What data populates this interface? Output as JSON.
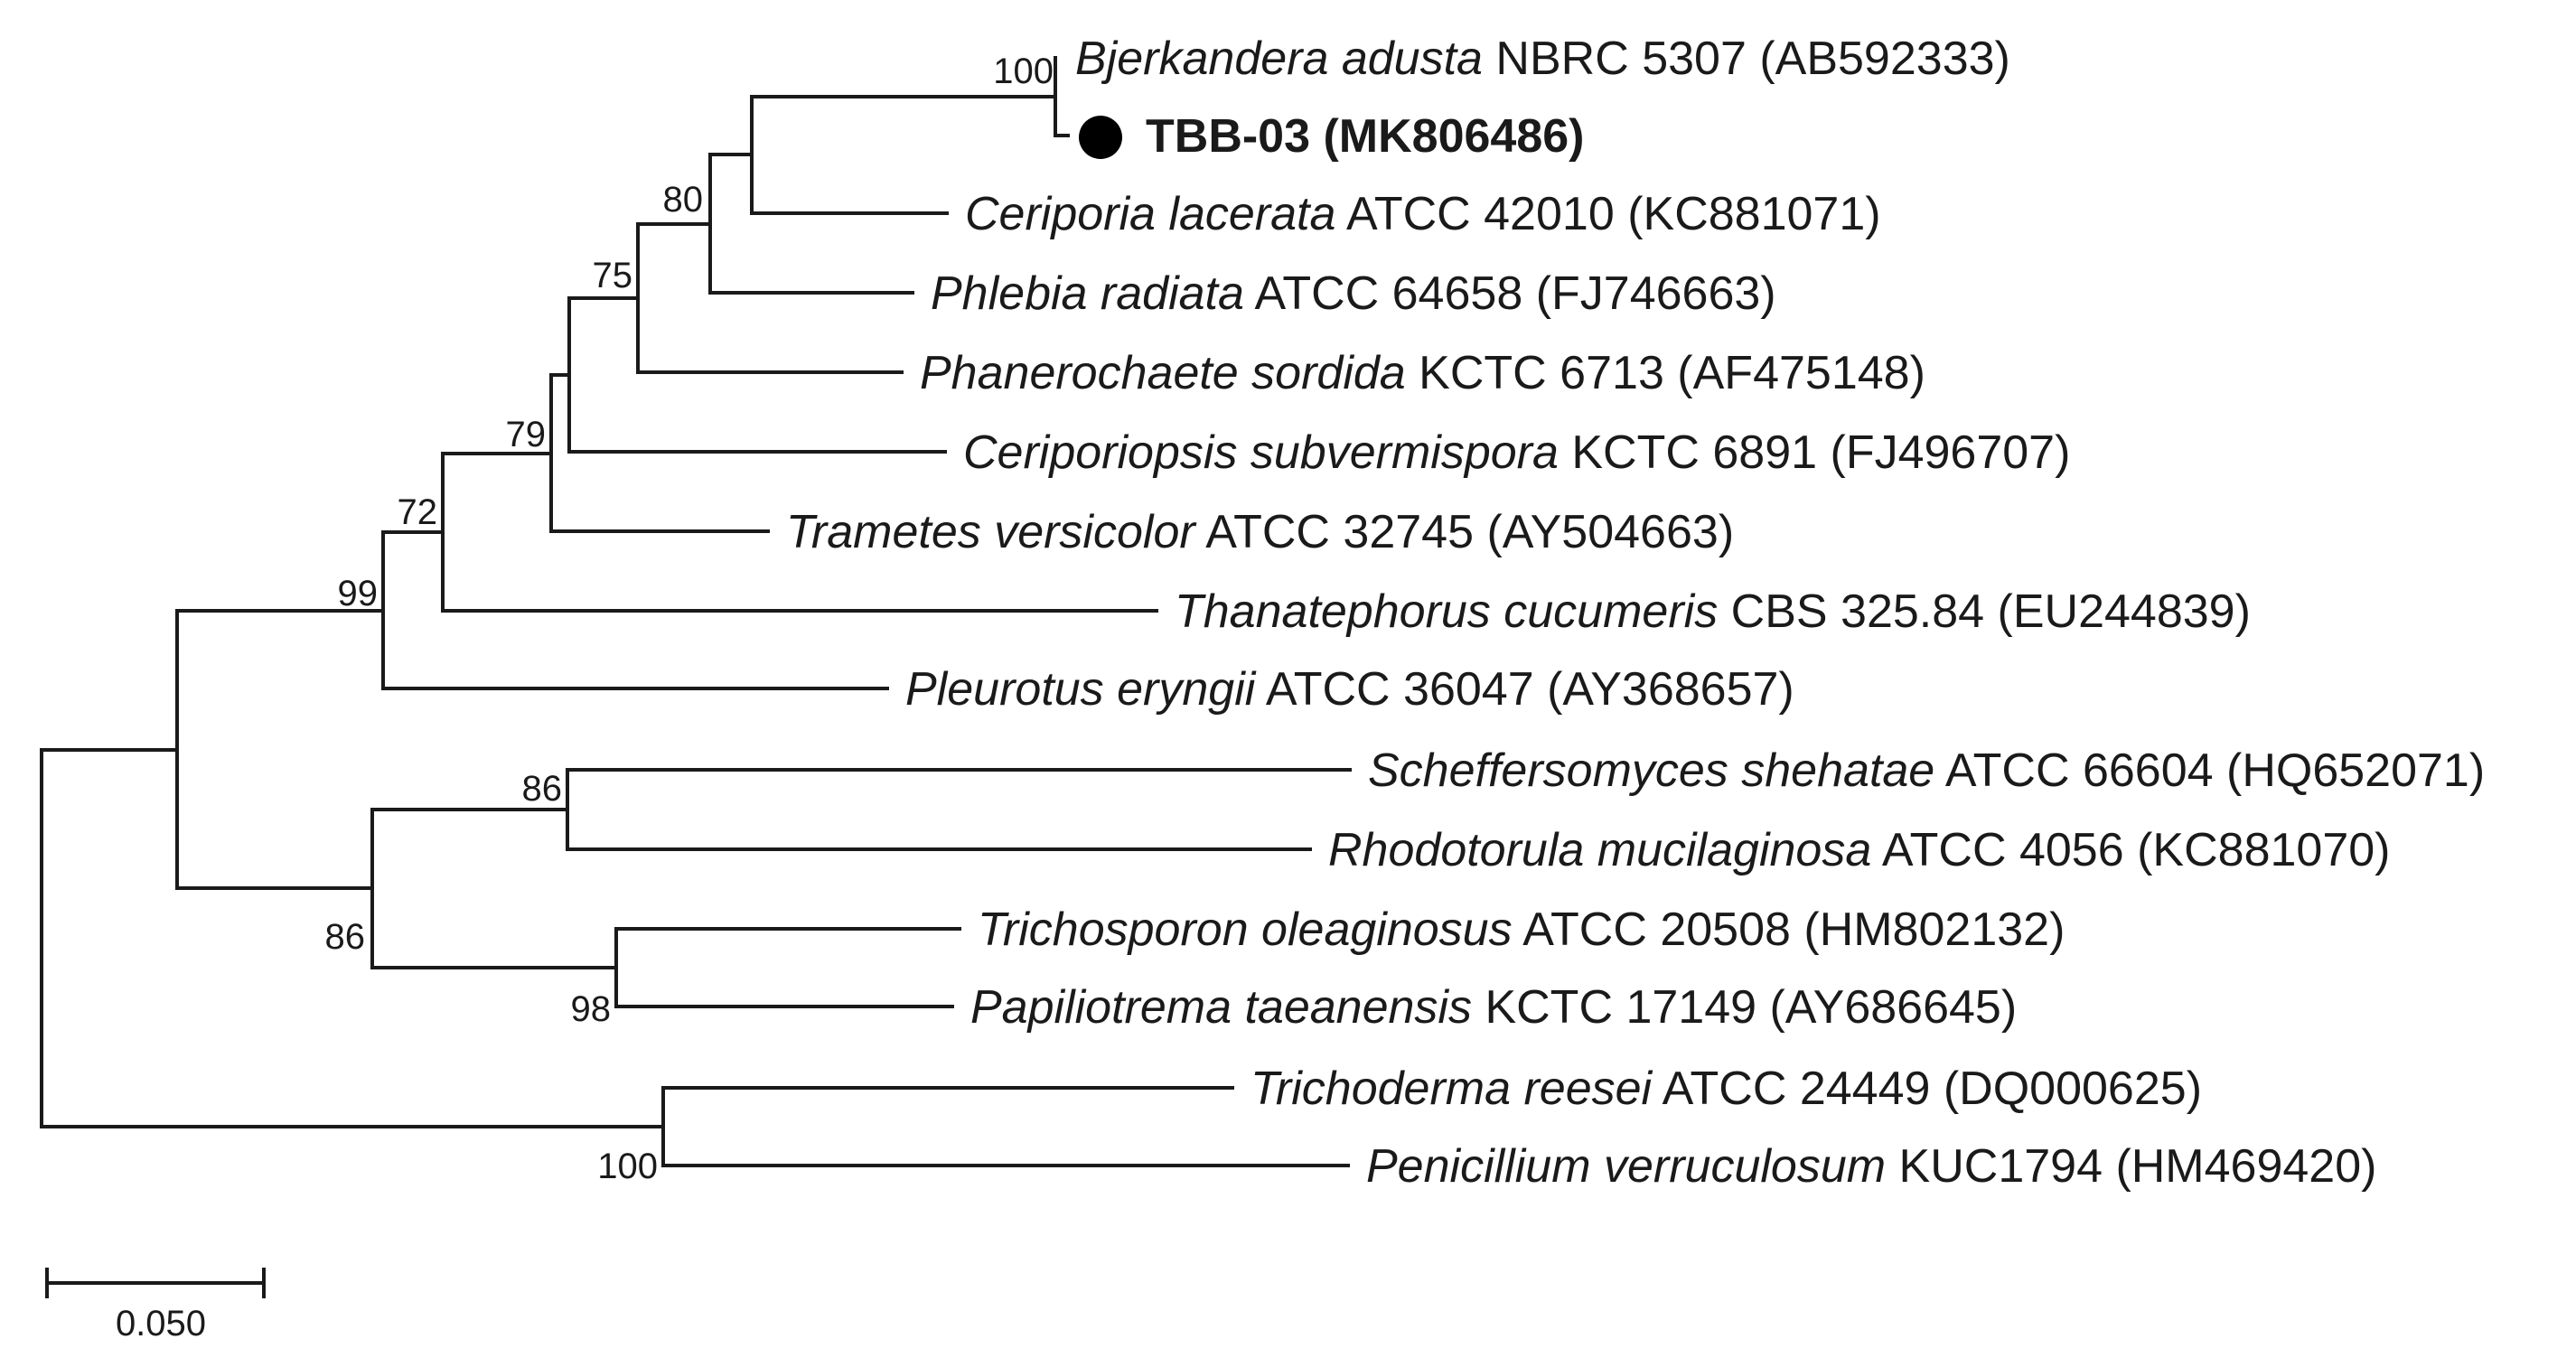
{
  "taxa": [
    {
      "id": "bjerkandera",
      "species": "Bjerkandera adusta",
      "strain": " NBRC 5307 (AB592333)"
    },
    {
      "id": "tbb03",
      "species": "",
      "strain": "TBB-03 (MK806486)",
      "highlight": true
    },
    {
      "id": "ceriporia",
      "species": "Ceriporia lacerata",
      "strain": " ATCC 42010 (KC881071)"
    },
    {
      "id": "phlebia",
      "species": "Phlebia radiata",
      "strain": " ATCC 64658 (FJ746663)"
    },
    {
      "id": "phanerochaete",
      "species": "Phanerochaete sordida",
      "strain": " KCTC 6713 (AF475148)"
    },
    {
      "id": "ceriporiopsis",
      "species": "Ceriporiopsis subvermispora",
      "strain": " KCTC 6891 (FJ496707)"
    },
    {
      "id": "trametes",
      "species": "Trametes versicolor",
      "strain": " ATCC 32745 (AY504663)"
    },
    {
      "id": "thanatephorus",
      "species": "Thanatephorus cucumeris",
      "strain": " CBS 325.84 (EU244839)"
    },
    {
      "id": "pleurotus",
      "species": "Pleurotus eryngii",
      "strain": " ATCC 36047 (AY368657)"
    },
    {
      "id": "scheffersomyces",
      "species": "Scheffersomyces shehatae",
      "strain": " ATCC 66604 (HQ652071)"
    },
    {
      "id": "rhodotorula",
      "species": "Rhodotorula mucilaginosa",
      "strain": " ATCC 4056 (KC881070)"
    },
    {
      "id": "trichosporon",
      "species": "Trichosporon oleaginosus",
      "strain": " ATCC 20508 (HM802132)"
    },
    {
      "id": "papiliotrema",
      "species": "Papiliotrema taeanensis",
      "strain": " KCTC 17149 (AY686645)"
    },
    {
      "id": "trichoderma",
      "species": "Trichoderma reesei",
      "strain": " ATCC 24449 (DQ000625)"
    },
    {
      "id": "penicillium",
      "species": "Penicillium verruculosum",
      "strain": " KUC1794 (HM469420)"
    }
  ],
  "bootstrap": [
    "100",
    "80",
    "75",
    "79",
    "72",
    "99",
    "86",
    "86",
    "98",
    "100"
  ],
  "scale_bar": {
    "label": "0.050"
  }
}
